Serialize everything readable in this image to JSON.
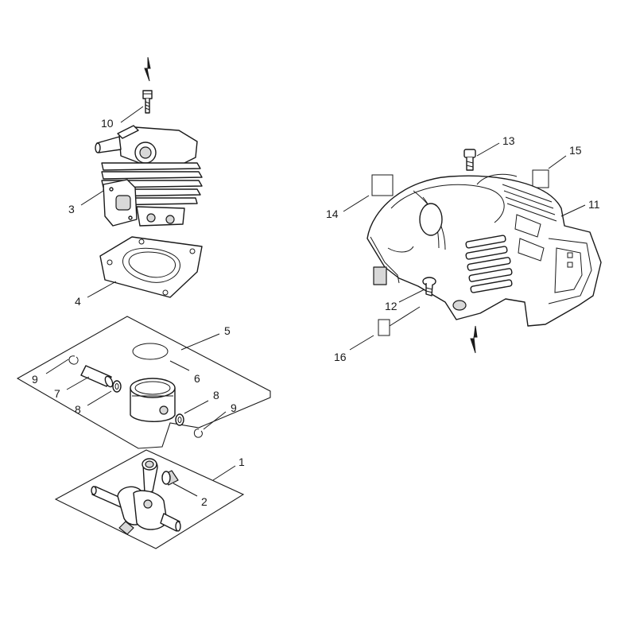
{
  "callouts": {
    "c1": "1",
    "c2": "2",
    "c3": "3",
    "c4": "4",
    "c5": "5",
    "c6": "6",
    "c7": "7",
    "c8a": "8",
    "c8b": "8",
    "c9a": "9",
    "c9b": "9",
    "c10": "10",
    "c11": "11",
    "c12": "12",
    "c13": "13",
    "c14": "14",
    "c15": "15",
    "c16": "16"
  },
  "icons": {
    "direction_arrow_top": "lightning-arrow-icon",
    "direction_arrow_right": "lightning-arrow-icon"
  }
}
